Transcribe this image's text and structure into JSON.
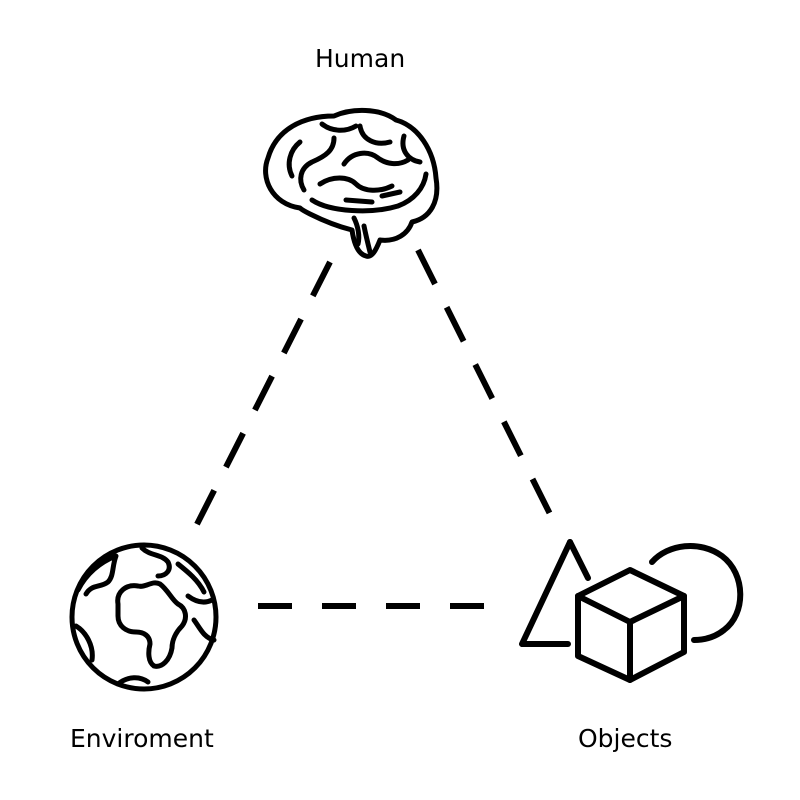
{
  "nodes": {
    "top": {
      "label": "Human",
      "icon": "brain-icon"
    },
    "left": {
      "label": "Enviroment",
      "icon": "globe-icon"
    },
    "right": {
      "label": "Objects",
      "icon": "shapes-icon"
    }
  },
  "edges": [
    {
      "from": "top",
      "to": "left",
      "style": "dashed"
    },
    {
      "from": "top",
      "to": "right",
      "style": "dashed"
    },
    {
      "from": "left",
      "to": "right",
      "style": "dashed"
    }
  ],
  "colors": {
    "ink": "#000000",
    "background": "#ffffff"
  }
}
